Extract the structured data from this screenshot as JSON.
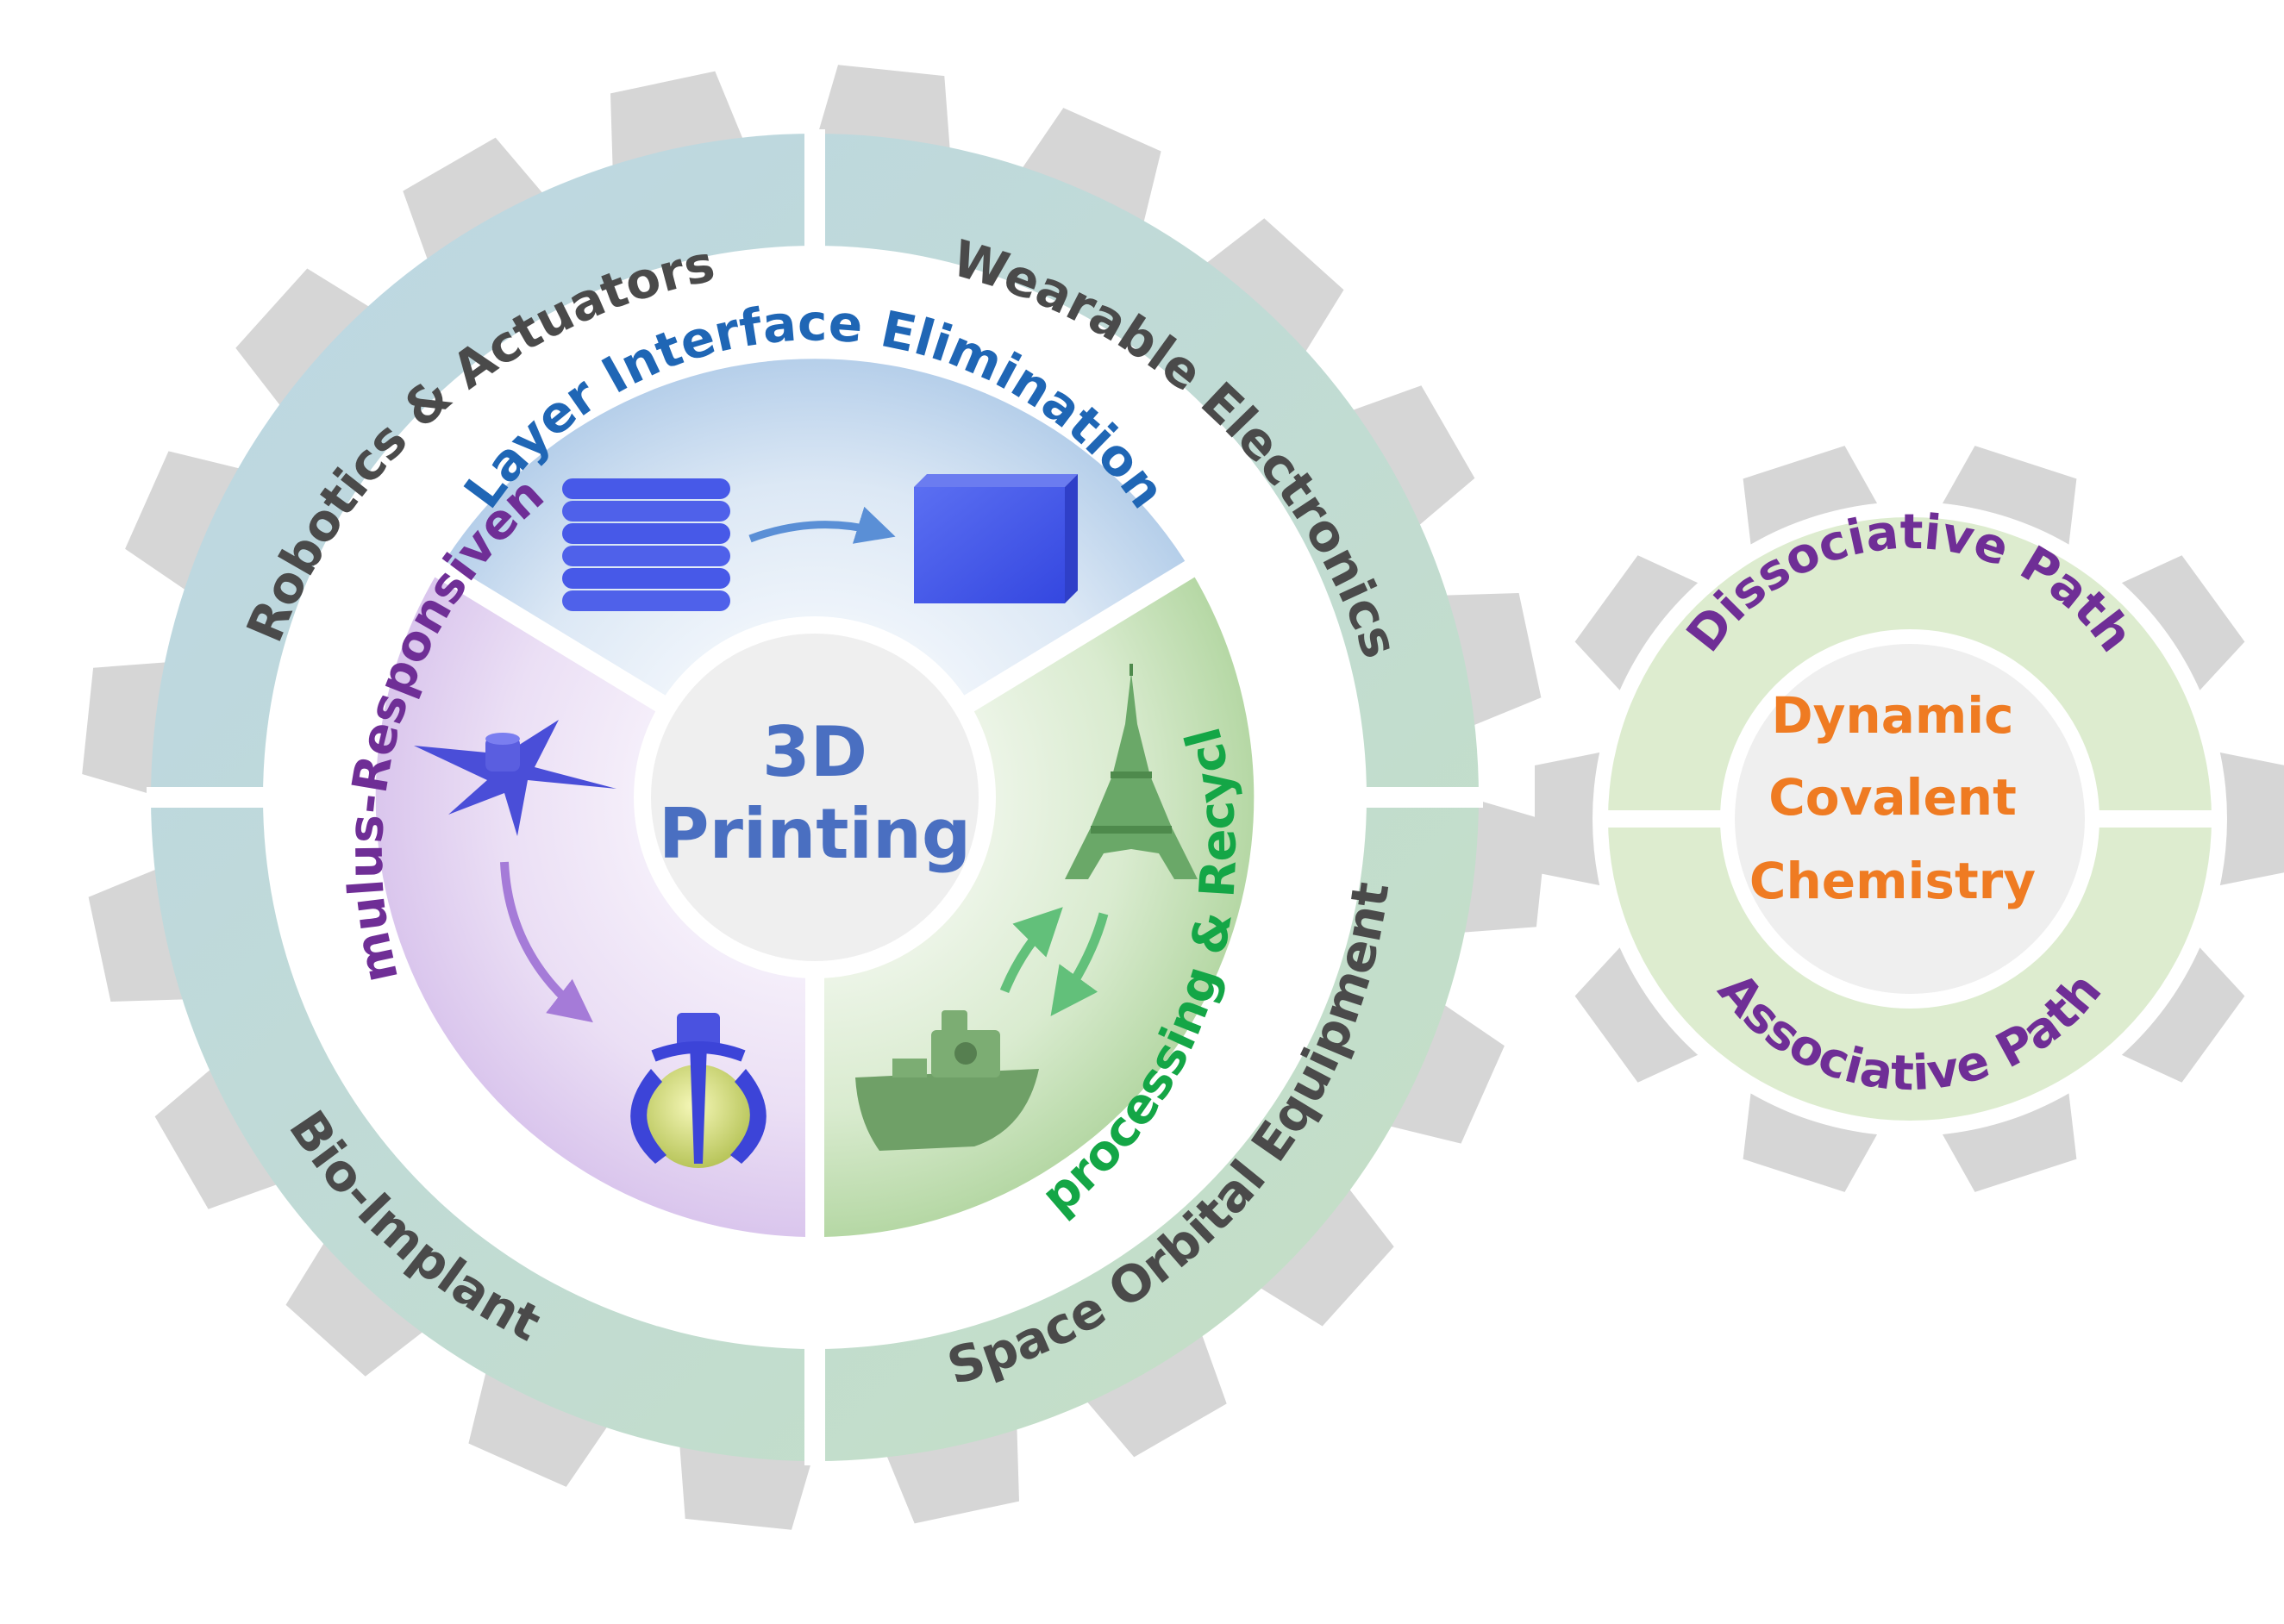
{
  "center": {
    "line1": "3D",
    "line2": "Printing"
  },
  "sectors": {
    "top": "Layer Interface Elimination",
    "left": "Stimulus-Responsiveness",
    "right": "Reprocessing & Recycling"
  },
  "applications": {
    "top_left": "Robotics & Actuators",
    "top_right": "Wearable Electronics",
    "bottom_left": "Bio-Implant",
    "bottom_right": "Space Orbital Equipment"
  },
  "small_gear": {
    "top_path": "Dissociative Path",
    "bottom_path": "Associative Path",
    "center_line1": "Dynamic",
    "center_line2": "Covalent",
    "center_line3": "Chemistry"
  },
  "colors": {
    "gear_teeth": "#d6d6d6",
    "blue_text": "#1f66b5",
    "purple_text": "#6f2e96",
    "green_text": "#14a646",
    "gray_text": "#4a4a4a",
    "orange_text": "#ef7b22",
    "center_text": "#4a6fc1"
  }
}
